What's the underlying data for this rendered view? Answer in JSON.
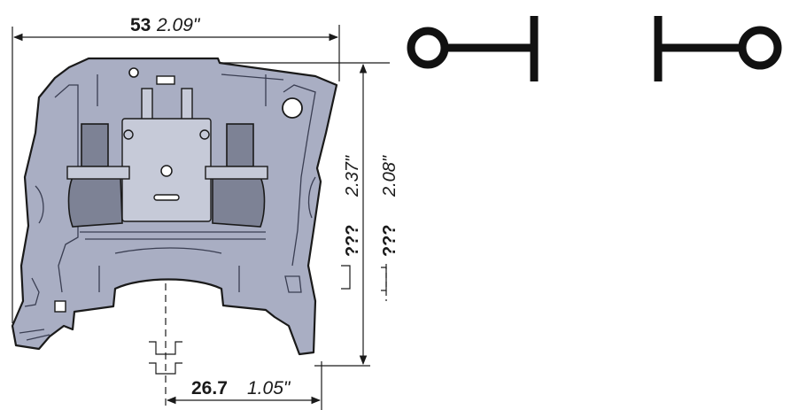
{
  "dimensions": {
    "width_mm": "53",
    "width_in": "2.09\"",
    "height_total_mm": "???",
    "height_total_in": "2.37\"",
    "height_rail_mm": "???",
    "height_rail_in": "2.08\"",
    "offset_mm": "26.7",
    "offset_in": "1.05\""
  },
  "symbols": [
    {
      "name": "terminal-symbol-left"
    },
    {
      "name": "terminal-symbol-right"
    }
  ],
  "colors": {
    "housing": "#a9aec3",
    "parts_dark": "#7d8295",
    "line": "#1a1a1a"
  }
}
